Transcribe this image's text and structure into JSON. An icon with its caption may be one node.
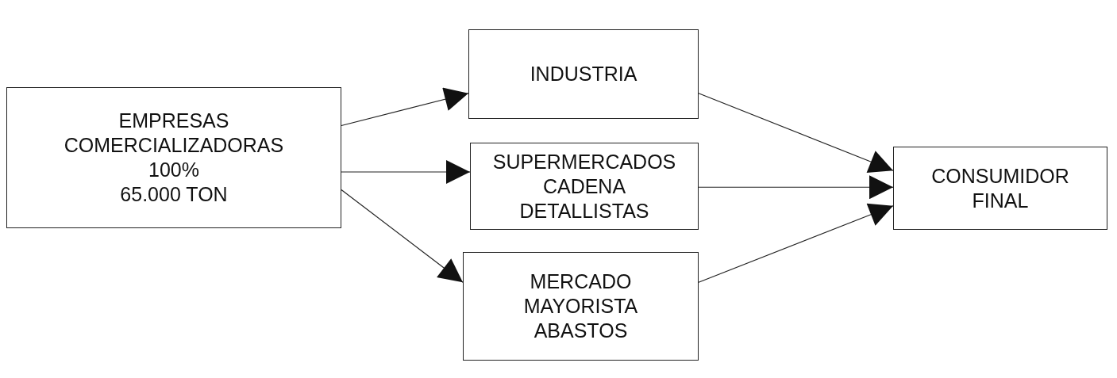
{
  "diagram": {
    "nodes": [
      {
        "text": [
          "EMPRESAS COMERCIALIZADORAS",
          "100%",
          "65.000 TON"
        ]
      },
      {
        "text": [
          "INDUSTRIA"
        ]
      },
      {
        "text": [
          "SUPERMERCADOS CADENA DETALLISTAS"
        ]
      },
      {
        "text": [
          "MERCADO MAYORISTA ABASTOS"
        ]
      },
      {
        "text": [
          "CONSUMIDOR FINAL"
        ]
      }
    ],
    "edges": [
      {
        "from": 0,
        "to": 1,
        "arrow": "to"
      },
      {
        "from": 0,
        "to": 2,
        "arrow": "to"
      },
      {
        "from": 0,
        "to": 3,
        "arrow": "to"
      },
      {
        "from": 1,
        "to": 4,
        "arrow": "to"
      },
      {
        "from": 2,
        "to": 4,
        "arrow": "to"
      },
      {
        "from": 3,
        "to": 4,
        "arrow": "to"
      }
    ]
  }
}
